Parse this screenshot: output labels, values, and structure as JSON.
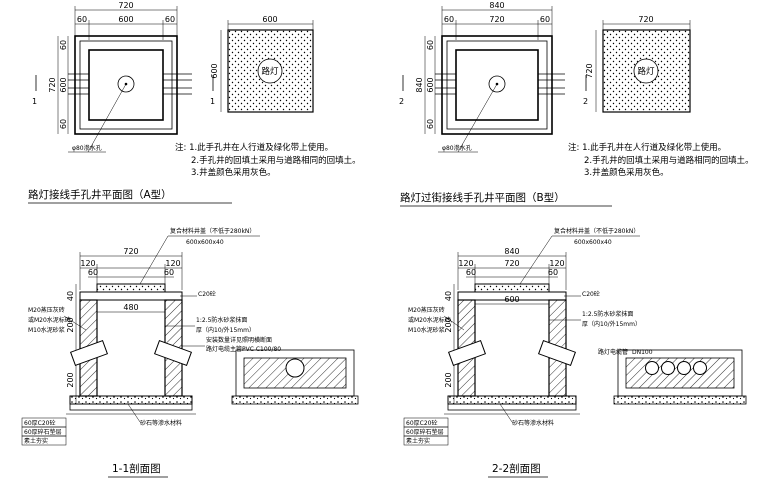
{
  "plan_a": {
    "dim_total": "720",
    "dim_segments": [
      "60",
      "600",
      "60"
    ],
    "dim_side_total": "720",
    "dim_side_segments": [
      "60",
      "600",
      "60"
    ],
    "section_marks": [
      "1",
      "1"
    ],
    "drain_label": "φ80渗水孔",
    "cover_width": "600",
    "cover_height": "600",
    "cover_label": "路灯",
    "notes": [
      "注: 1.此手孔井在人行道及绿化带上使用。",
      "2.手孔井的回填土采用与道路相同的回填土。",
      "3.井盖颜色采用灰色。"
    ],
    "title": "路灯接线手孔井平面图（A型）"
  },
  "plan_b": {
    "dim_total": "840",
    "dim_segments": [
      "60",
      "720",
      "60"
    ],
    "dim_side_total": "840",
    "dim_side_segments": [
      "60",
      "600",
      "60"
    ],
    "section_marks": [
      "2",
      "2"
    ],
    "drain_label": "φ80渗水孔",
    "cover_width": "720",
    "cover_height": "720",
    "cover_label": "路灯",
    "notes": [
      "注: 1.此手孔井在人行道及绿化带上使用。",
      "2.手孔井的回填土采用与道路相同的回填土。",
      "3.井盖颜色采用灰色。"
    ],
    "title": "路灯过街接线手孔井平面图（B型）"
  },
  "section_1": {
    "dim_top": "720",
    "dim_120_l": "120",
    "dim_120_r": "120",
    "dim_60_l": "60",
    "dim_60_r": "60",
    "dim_inner": "480",
    "dims_left": [
      "40",
      "200",
      "200"
    ],
    "cover_label": "复合材料井盖（不低于280kN）",
    "cover_size": "600x600x40",
    "concrete": "C20砼",
    "wall_label": [
      "M20蒸压灰砖",
      "或M20水泥标砖,",
      "M10水泥砂浆"
    ],
    "plaster": [
      "1:2.5防水砂浆抹面",
      "厚（内10/外15mm）"
    ],
    "pipe_label": [
      "安装数量详见照明横断面",
      "路灯电缆主管PVC C100/80"
    ],
    "gravel": "砂石等渗水材料",
    "base_labels": [
      "60厚C20砼",
      "60厚碎石垫层",
      "素土夯实"
    ],
    "title": "1-1剖面图"
  },
  "section_2": {
    "dim_top": "840",
    "dim_120_l": "120",
    "dim_120_r": "120",
    "dim_inner_top": "720",
    "dim_60_l": "60",
    "dim_60_r": "60",
    "dim_inner": "600",
    "dims_left": [
      "40",
      "200",
      "200"
    ],
    "cover_label": "复合材料井盖（不低于280kN）",
    "cover_size": "600x600x40",
    "concrete": "C20砼",
    "wall_label": [
      "M20蒸压灰砖",
      "或M20水泥标砖,",
      "M10水泥砂浆"
    ],
    "plaster": [
      "1:2.5防水砂浆抹面",
      "厚（内10/外15mm）"
    ],
    "pipe_label": [
      "路灯电缆管",
      "DN100"
    ],
    "gravel": "砂石等渗水材料",
    "base_labels": [
      "60厚C20砼",
      "60厚碎石垫层",
      "素土夯实"
    ],
    "title": "2-2剖面图"
  }
}
